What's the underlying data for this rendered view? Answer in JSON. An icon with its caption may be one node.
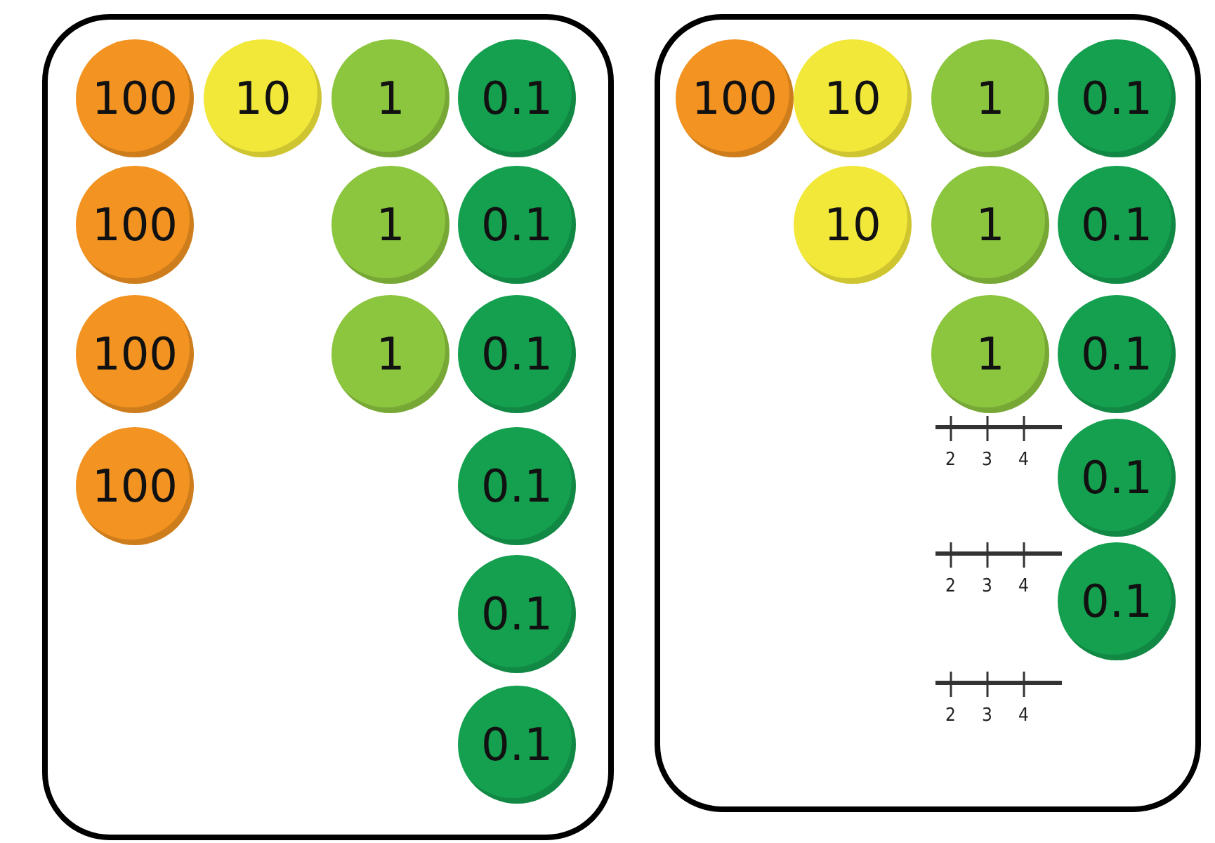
{
  "diagram": {
    "nodes": [
      {
        "text": [],
        "shape": "box"
      },
      {
        "text": [
          "100"
        ],
        "in": 0
      },
      {
        "text": [
          "10"
        ],
        "in": 0
      },
      {
        "text": [
          "1"
        ],
        "in": 0
      },
      {
        "text": [
          "0.1"
        ],
        "in": 0
      },
      {
        "text": [
          "100"
        ],
        "in": 0
      },
      {
        "text": [
          "1"
        ],
        "in": 0
      },
      {
        "text": [
          "0.1"
        ],
        "in": 0
      },
      {
        "text": [
          "100"
        ],
        "in": 0
      },
      {
        "text": [
          "1"
        ],
        "in": 0
      },
      {
        "text": [
          "0.1"
        ],
        "in": 0
      },
      {
        "text": [
          "100"
        ],
        "in": 0
      },
      {
        "text": [
          "0.1"
        ],
        "in": 0
      },
      {
        "text": [
          "0.1"
        ],
        "in": 0
      },
      {
        "text": [
          "0.1"
        ],
        "in": 0
      },
      {
        "text": [],
        "shape": "box"
      },
      {
        "text": [
          "100"
        ],
        "in": 15
      },
      {
        "text": [
          "10"
        ],
        "in": 15
      },
      {
        "text": [
          "1"
        ],
        "in": 15
      },
      {
        "text": [
          "0.1"
        ],
        "in": 15
      },
      {
        "text": [
          "10"
        ],
        "in": 15
      },
      {
        "text": [
          "1"
        ],
        "in": 15
      },
      {
        "text": [
          "0.1"
        ],
        "in": 15
      },
      {
        "text": [
          "1"
        ],
        "in": 15
      },
      {
        "text": [
          "0.1"
        ],
        "in": 15
      },
      {
        "text": [
          "0.1"
        ],
        "in": 15
      },
      {
        "text": [
          "0.1"
        ],
        "in": 15
      }
    ],
    "labels": [
      "2",
      "3",
      "4",
      "2",
      "3",
      "4",
      "2",
      "3",
      "4"
    ]
  }
}
